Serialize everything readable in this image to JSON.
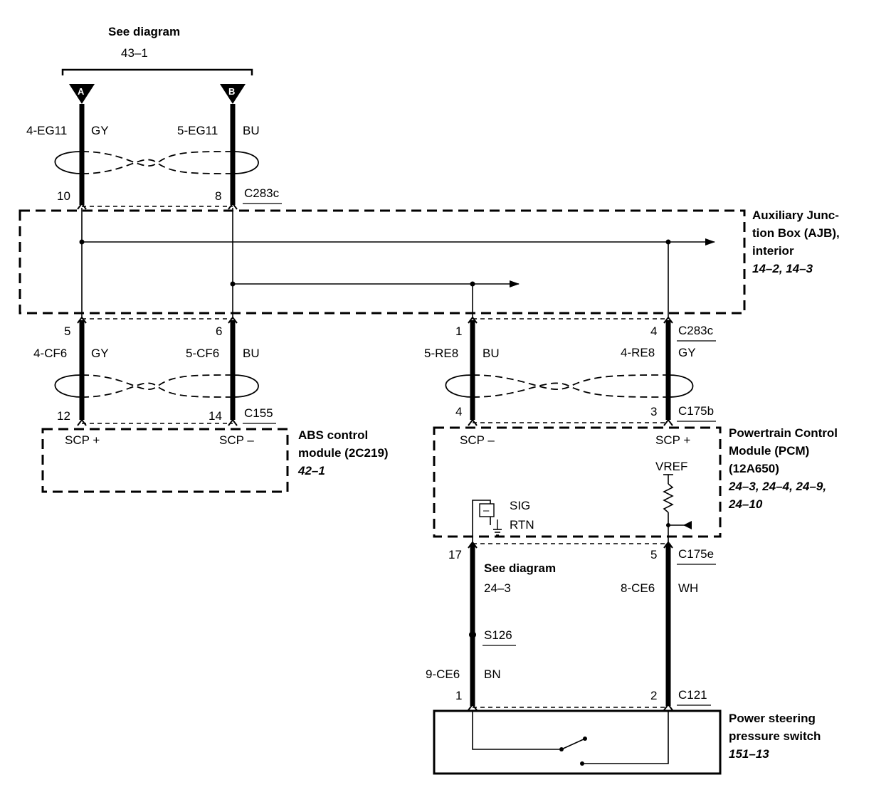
{
  "top_ref": {
    "see": "See diagram",
    "number": "43–1"
  },
  "connectors": {
    "A": "A",
    "B": "B"
  },
  "top_wires": {
    "left": {
      "circuit": "4-EG11",
      "color": "GY",
      "pin": "10"
    },
    "right": {
      "circuit": "5-EG11",
      "color": "BU",
      "pin": "8"
    },
    "connector": "C283c"
  },
  "ajb": {
    "line1": "Auxiliary Junc-",
    "line2": "tion Box (AJB),",
    "line3": "interior",
    "refs": "14–2, 14–3"
  },
  "abs_wires": {
    "left": {
      "pin_top": "5",
      "circuit": "4-CF6",
      "color": "GY",
      "pin_bottom": "12"
    },
    "right": {
      "pin_top": "6",
      "circuit": "5-CF6",
      "color": "BU",
      "pin_bottom": "14"
    },
    "connector": "C155"
  },
  "abs_module": {
    "scp_plus": "SCP +",
    "scp_minus": "SCP –",
    "line1": "ABS control",
    "line2": "module (2C219)",
    "refs": "42–1"
  },
  "pcm_wires": {
    "left": {
      "pin_top": "1",
      "circuit": "5-RE8",
      "color": "BU",
      "pin_bottom": "4"
    },
    "right": {
      "pin_top": "4",
      "circuit": "4-RE8",
      "color": "GY",
      "pin_bottom": "3"
    },
    "connector_top": "C283c",
    "connector_bottom": "C175b"
  },
  "pcm_module": {
    "scp_minus": "SCP –",
    "scp_plus": "SCP +",
    "vref": "VREF",
    "sig": "SIG",
    "rtn": "RTN",
    "minus": "–",
    "line1": "Powertrain Control",
    "line2": "Module (PCM)",
    "line3": "(12A650)",
    "refs1": "24–3, 24–4, 24–9,",
    "refs2": "24–10"
  },
  "lower_wires": {
    "left_pin_top": "17",
    "see": "See diagram",
    "see_ref": "24–3",
    "splice": "S126",
    "left_circuit": "9-CE6",
    "left_color": "BN",
    "left_pin_bottom": "1",
    "right_pin_top": "5",
    "connector_top": "C175e",
    "right_circuit": "8-CE6",
    "right_color": "WH",
    "right_pin_bottom": "2",
    "connector_bottom": "C121"
  },
  "ps_switch": {
    "line1": "Power steering",
    "line2": "pressure switch",
    "refs": "151–13"
  }
}
